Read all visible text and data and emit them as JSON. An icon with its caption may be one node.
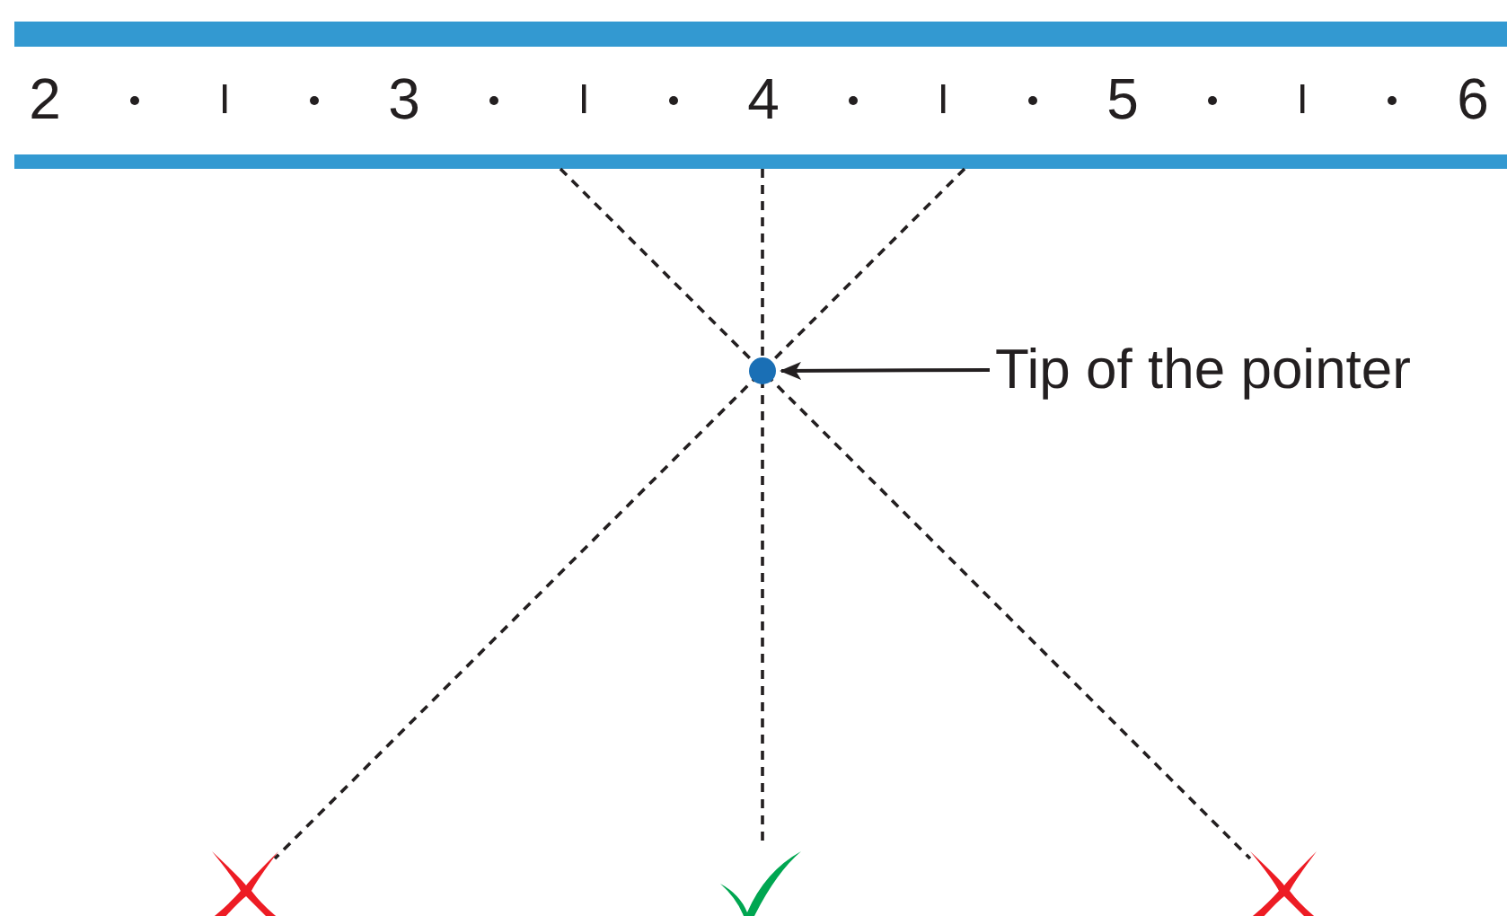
{
  "diagram": {
    "nodes": [
      {
        "text": [
          "Tip of the pointer"
        ]
      },
      {
        "text": [],
        "shape": "circle"
      }
    ],
    "edges": [
      {
        "from": 0,
        "to": 1,
        "arrow": "to"
      }
    ],
    "labels": [
      "2",
      "3",
      "4",
      "5",
      "6"
    ]
  }
}
